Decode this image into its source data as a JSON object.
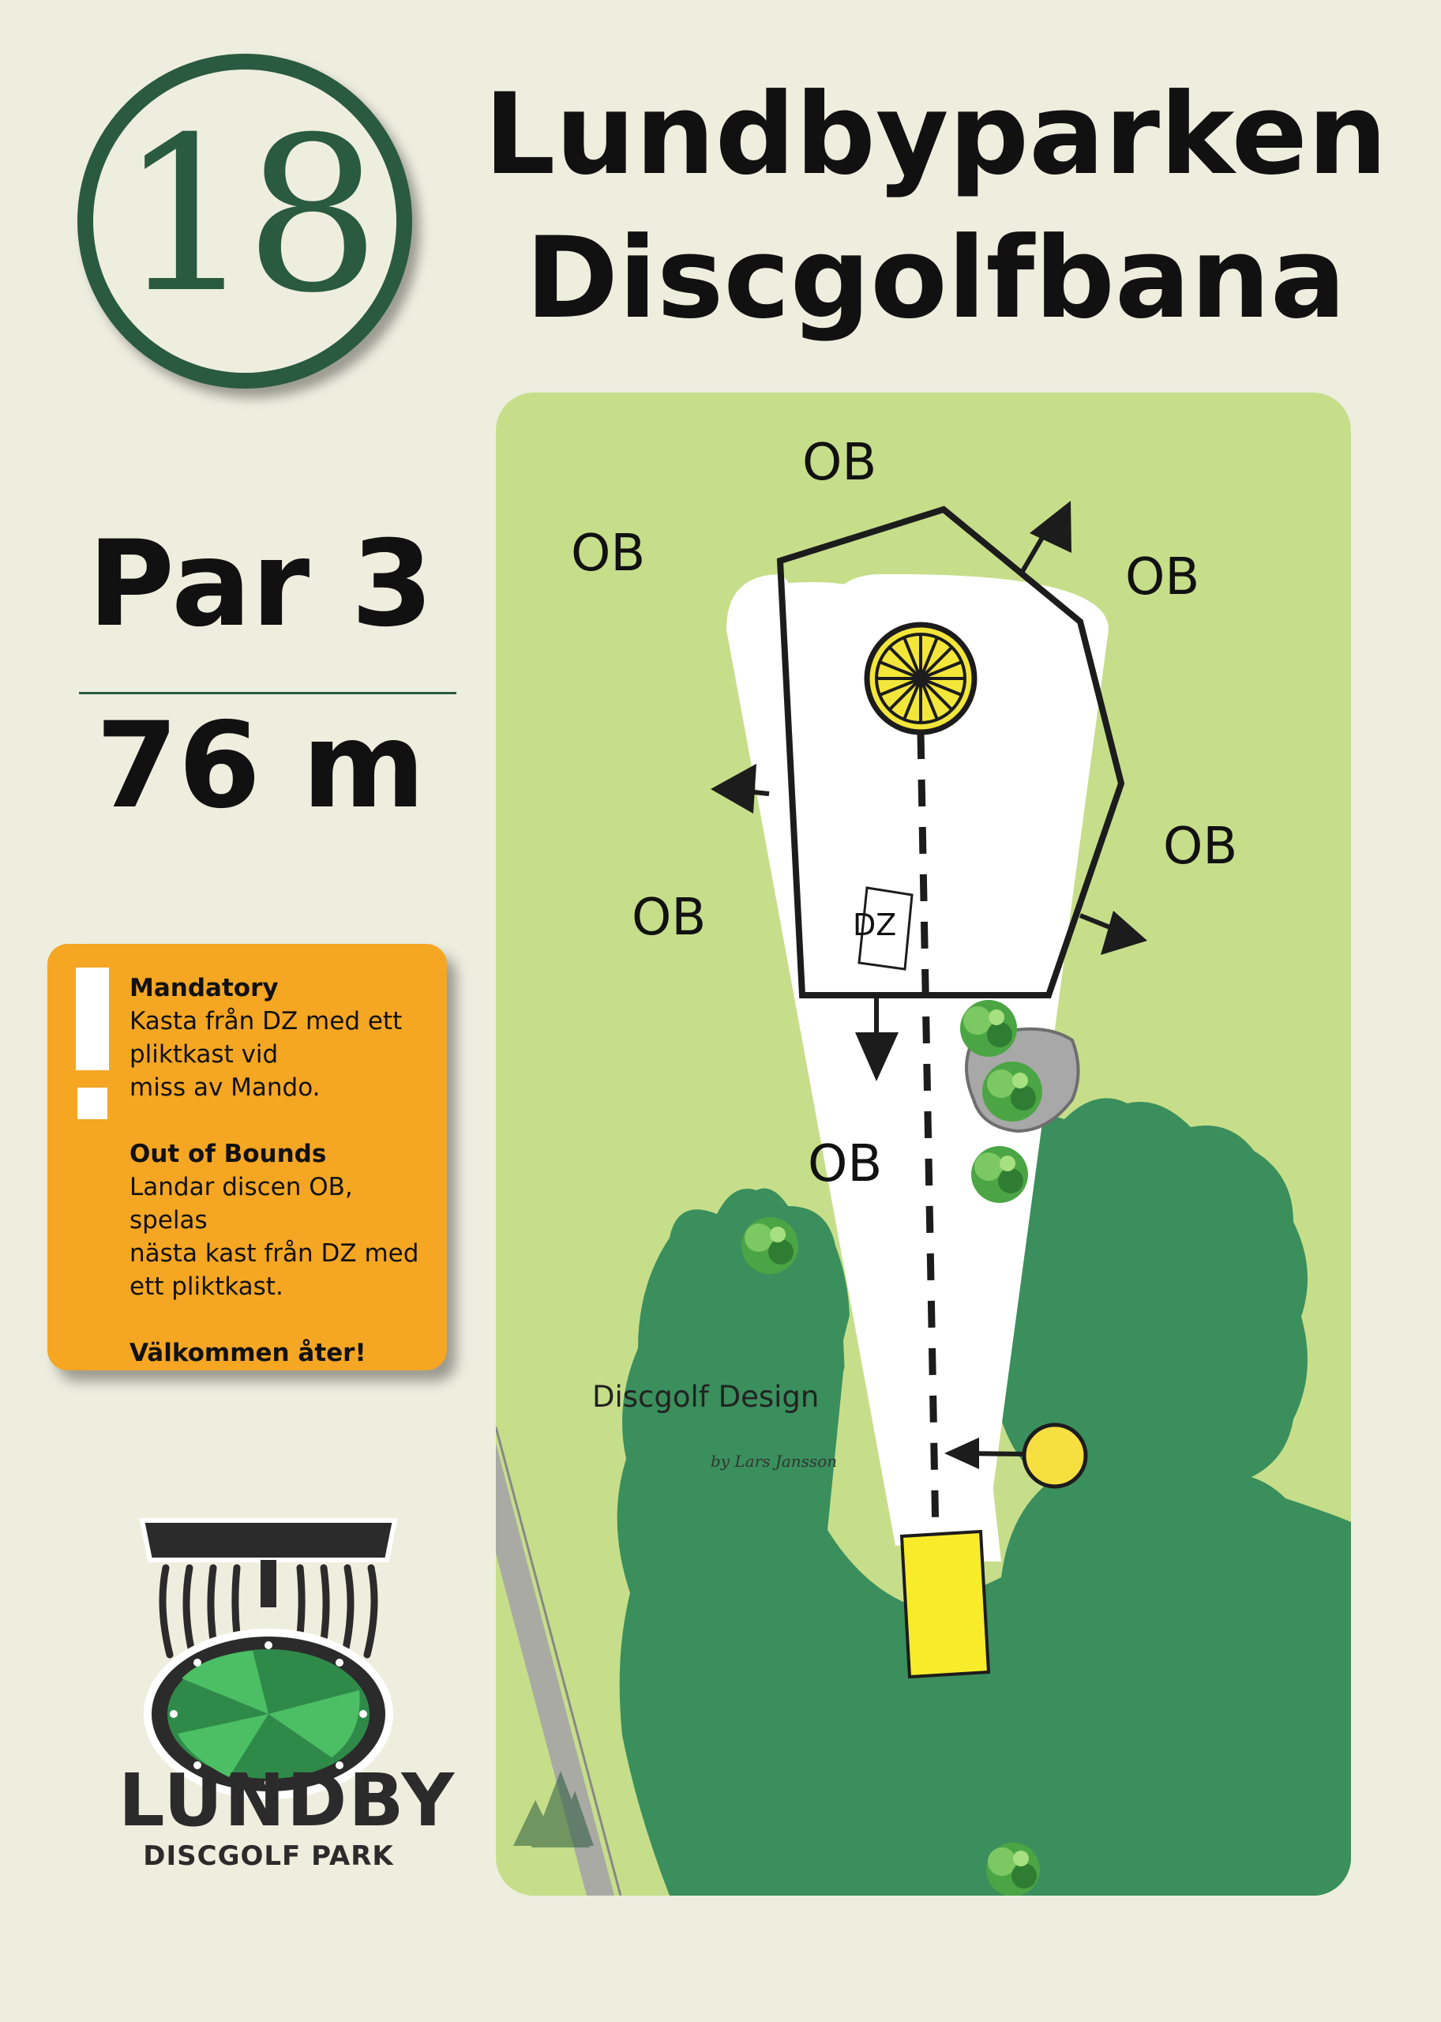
{
  "hole": {
    "number": "18"
  },
  "title": {
    "line1": "Lundbyparken",
    "line2": "Discgolfbana"
  },
  "par": "Par 3",
  "distance": "76 m",
  "rules": {
    "mandatory_heading": "Mandatory",
    "mandatory_lines": [
      "Kasta från DZ med ett",
      "pliktkast vid",
      "miss av Mando."
    ],
    "oob_heading": "Out of Bounds",
    "oob_lines": [
      "Landar discen OB, spelas",
      "nästa kast från DZ med",
      "ett pliktkast."
    ],
    "closing": "Välkommen åter!"
  },
  "logo": {
    "name": "LUNDBY",
    "subtitle": "DISCGOLF PARK"
  },
  "map": {
    "ob_labels": [
      "OB",
      "OB",
      "OB",
      "OB",
      "OB",
      "OB"
    ],
    "dz_label": "DZ",
    "credit": "Discgolf Design",
    "credit_signature": "by Lars Jansson",
    "colors": {
      "grass": "#c6de8a",
      "trees": "#3a8f5c",
      "fairway": "#ffffff",
      "tee": "#f8ec2a",
      "basket": "#f3e63b",
      "mando_marker": "#f7df3f",
      "rules_box": "#f5a623",
      "accent": "#2a5a3f"
    }
  }
}
